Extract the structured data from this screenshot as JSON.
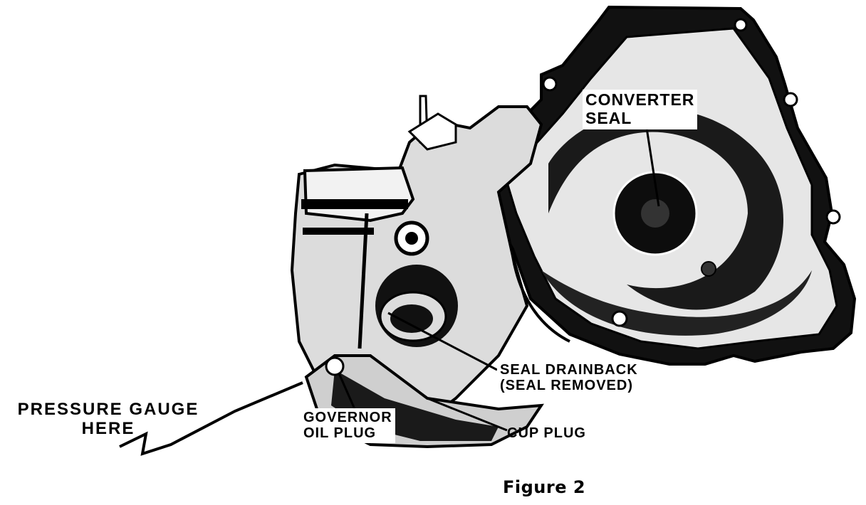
{
  "labels": {
    "converter_seal": [
      "CONVERTER",
      "SEAL"
    ],
    "seal_drainback": [
      "SEAL DRAINBACK",
      "(SEAL REMOVED)"
    ],
    "governor_oil_plug": [
      "GOVERNOR",
      "OIL PLUG"
    ],
    "cup_plug": "CUP PLUG",
    "pressure_gauge": [
      "PRESSURE GAUGE",
      "HERE"
    ]
  },
  "caption": "Figure 2",
  "colors": {
    "ink": "#000000",
    "paper": "#ffffff",
    "metal_mid": "#d8d8d8"
  }
}
